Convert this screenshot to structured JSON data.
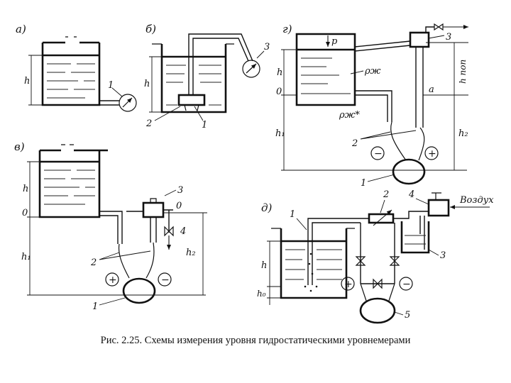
{
  "caption": "Рис. 2.25. Схемы измерения уровня гидростатическими уровнемерами",
  "panels": {
    "a": {
      "letter": "а)",
      "h": "h",
      "num1": "1"
    },
    "b": {
      "letter": "б)",
      "h": "h",
      "num1": "1",
      "num2": "2",
      "num3": "3"
    },
    "v": {
      "letter": "в)",
      "h": "h",
      "zero_left": "0",
      "zero_right": "0",
      "h1": "h₁",
      "h2": "h₂",
      "plus": "+",
      "minus": "−",
      "num1": "1",
      "num2": "2",
      "num3": "3",
      "num4": "4"
    },
    "g": {
      "letter": "г)",
      "p": "p",
      "rho": "ρж",
      "rho_star": "ρж*",
      "h": "h",
      "zero": "0",
      "a": "a",
      "hpop": "h поп",
      "h1": "h₁",
      "h2": "h₂",
      "plus": "+",
      "minus": "−",
      "num1": "1",
      "num2": "2",
      "num3": "3"
    },
    "d": {
      "letter": "д)",
      "air": "Воздух",
      "h": "h",
      "h0": "h₀",
      "plus": "+",
      "minus": "−",
      "num1": "1",
      "num2": "2",
      "num3": "3",
      "num4": "4",
      "num5": "5"
    }
  }
}
